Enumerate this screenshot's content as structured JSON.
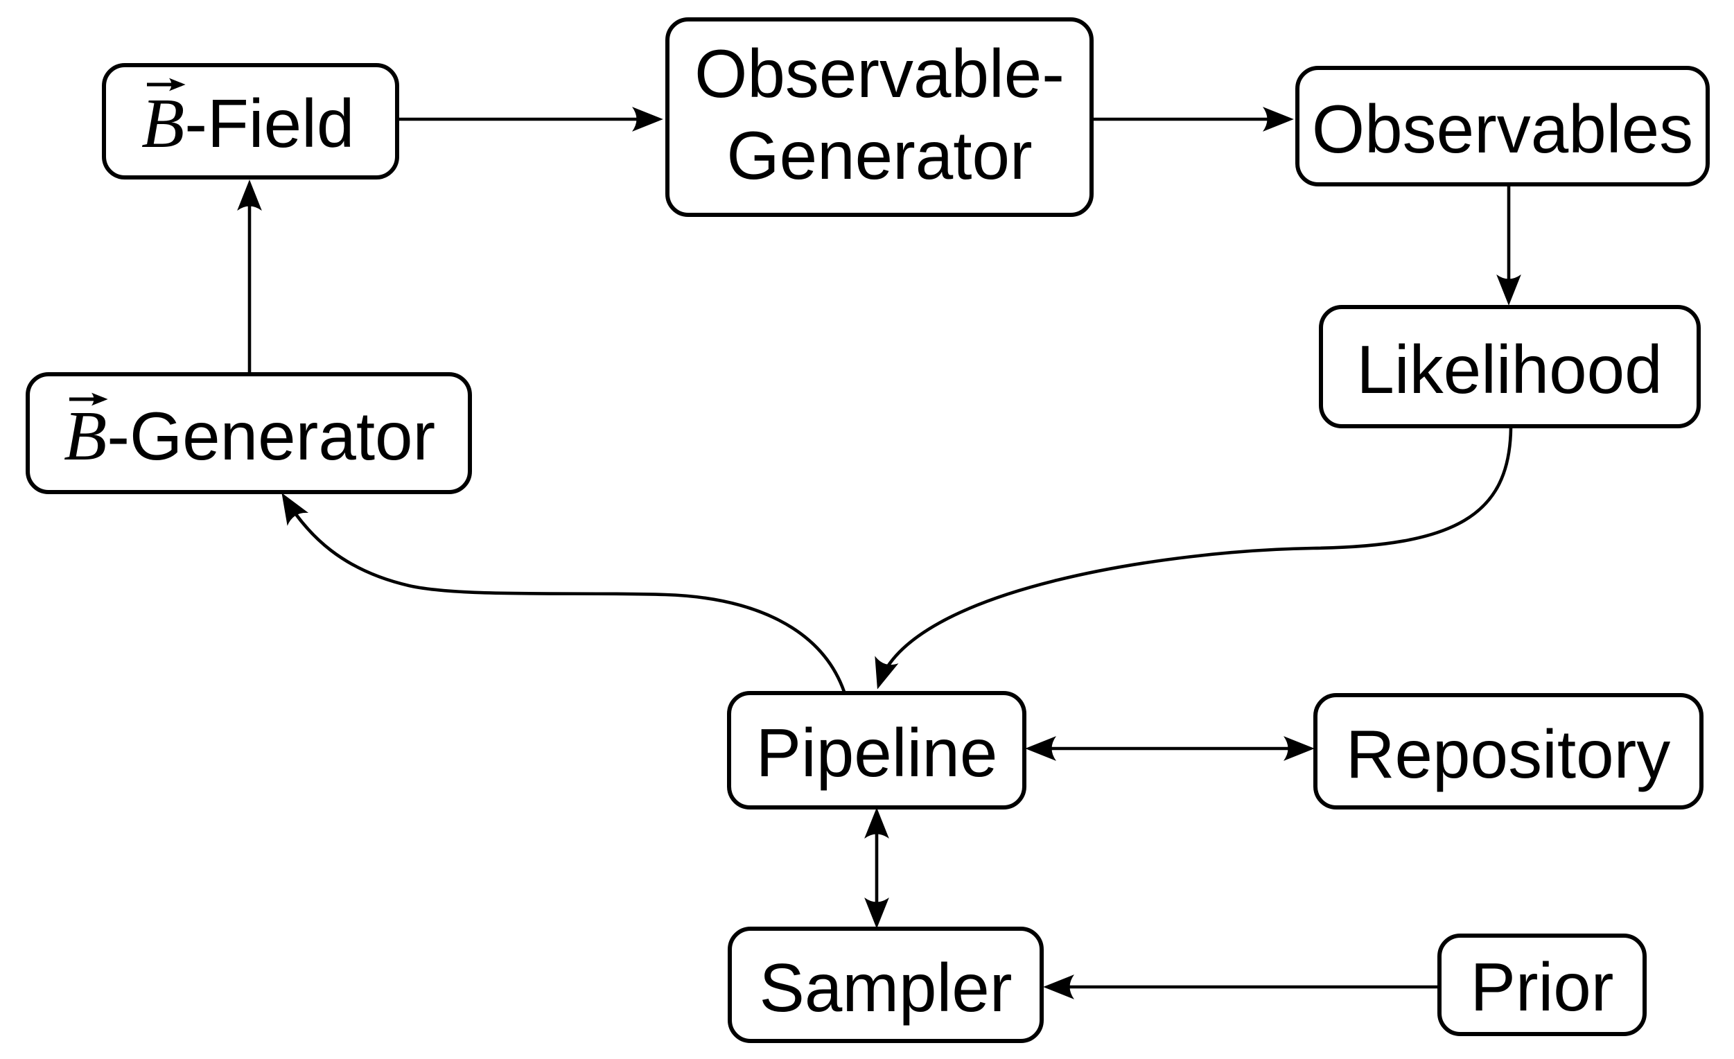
{
  "colors": {
    "line": "#000000",
    "box_fill": "#ffffff",
    "background": "#ffffff"
  },
  "nodes": {
    "bfield": {
      "math": "B",
      "suffix": "-Field"
    },
    "obsgen": {
      "line1": "Observable-",
      "line2": "Generator"
    },
    "observables": {
      "label": "Observables"
    },
    "likelihood": {
      "label": "Likelihood"
    },
    "bgenerator": {
      "math": "B",
      "suffix": "-Generator"
    },
    "pipeline": {
      "label": "Pipeline"
    },
    "repository": {
      "label": "Repository"
    },
    "sampler": {
      "label": "Sampler"
    },
    "prior": {
      "label": "Prior"
    }
  },
  "edges": [
    {
      "from": "b-field",
      "to": "observable-generator",
      "style": "straight",
      "bidirectional": false
    },
    {
      "from": "observable-generator",
      "to": "observables",
      "style": "straight",
      "bidirectional": false
    },
    {
      "from": "observables",
      "to": "likelihood",
      "style": "straight",
      "bidirectional": false
    },
    {
      "from": "b-generator",
      "to": "b-field",
      "style": "straight",
      "bidirectional": false
    },
    {
      "from": "likelihood",
      "to": "pipeline",
      "style": "curved",
      "bidirectional": false
    },
    {
      "from": "pipeline",
      "to": "b-generator",
      "style": "curved",
      "bidirectional": false
    },
    {
      "from": "pipeline",
      "to": "repository",
      "style": "straight",
      "bidirectional": true
    },
    {
      "from": "pipeline",
      "to": "sampler",
      "style": "straight",
      "bidirectional": true
    },
    {
      "from": "prior",
      "to": "sampler",
      "style": "straight",
      "bidirectional": false
    }
  ]
}
